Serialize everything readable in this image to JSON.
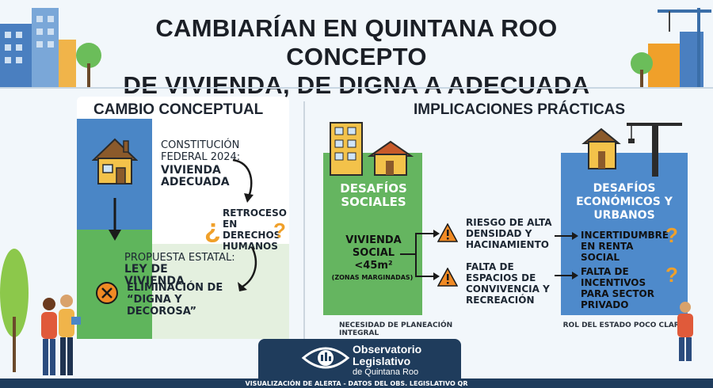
{
  "title": {
    "line1": "CAMBIARÍAN EN QUINTANA ROO CONCEPTO",
    "line2": "DE VIVIENDA, DE DIGNA A ADECUADA"
  },
  "left": {
    "heading": "CAMBIO CONCEPTUAL",
    "constitucion_label": "CONSTITUCIÓN FEDERAL 2024:",
    "constitucion_value": "VIVIENDA ADECUADA",
    "retroceso": "RETROCESO EN DERECHOS HUMANOS",
    "propuesta_label": "PROPUESTA ESTATAL:",
    "propuesta_value": "LEY DE VIVIENDA",
    "eliminacion": "ELIMINACIÓN DE “DIGNA Y DECOROSA”"
  },
  "right": {
    "heading": "IMPLICACIONES PRÁCTICAS",
    "sociales_title": "DESAFÍOS SOCIALES",
    "vivienda_social": "VIVIENDA SOCIAL <45m²",
    "zonas": "(ZONAS MARGINADAS)",
    "riesgo": "RIESGO DE ALTA DENSIDAD Y HACINAMIENTO",
    "falta_espacios": "FALTA DE ESPACIOS DE CONVIVENCIA Y RECREACIÓN",
    "necesidad": "NECESIDAD DE PLANEACIÓN INTEGRAL",
    "economicos_title": "DESAFÍOS ECONÓMICOS Y URBANOS",
    "incertidumbre": "INCERTIDUMBRE EN RENTA SOCIAL",
    "falta_incentivos": "FALTA DE INCENTIVOS PARA SECTOR PRIVADO",
    "rol_estado": "ROL DEL ESTADO POCO CLARO"
  },
  "footer": {
    "org_line1": "Observatorio",
    "org_line2": "Legislativo",
    "org_line3": "de Quintana Roo",
    "strip": "VISUALIZACIÓN DE ALERTA - DATOS DEL OBS. LEGISLATIVO QR"
  },
  "colors": {
    "blue": "#4a86c6",
    "green": "#5fb55c",
    "navy": "#1f3c5c",
    "orange": "#f0a02a",
    "warning": "#f08a24"
  },
  "icons": [
    "house-icon",
    "building-icon",
    "crane-icon",
    "warning-icon",
    "question-icon",
    "x-circle-icon",
    "eye-logo-icon",
    "people-icon",
    "tree-icon"
  ]
}
